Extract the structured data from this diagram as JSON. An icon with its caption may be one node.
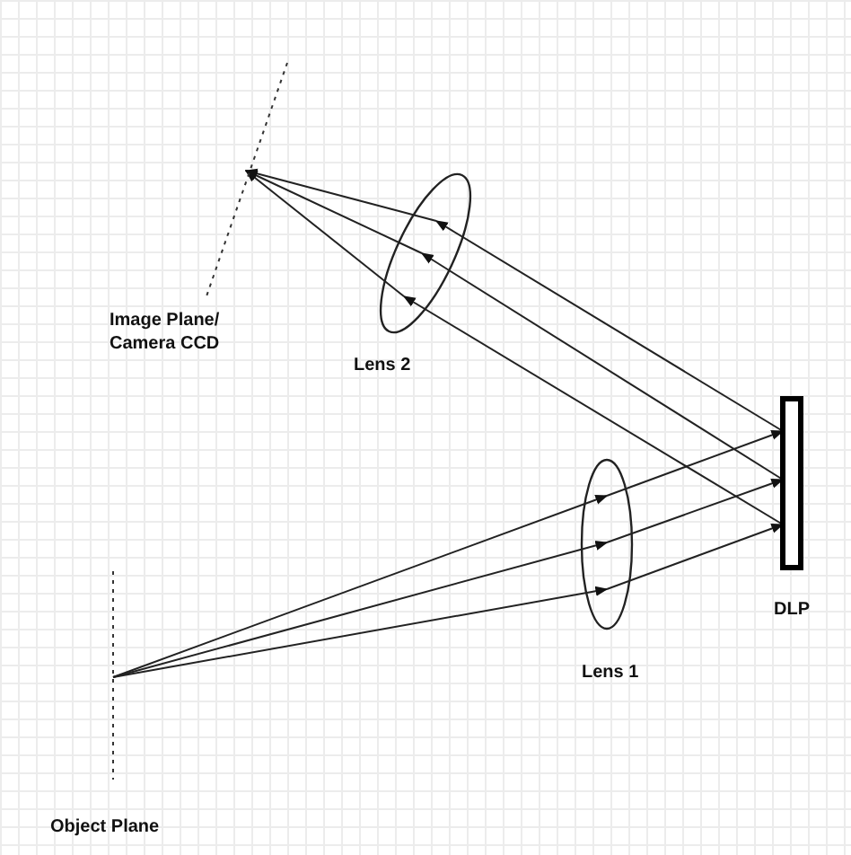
{
  "diagram": {
    "nodes": [
      {
        "text": [
          "Image Plane/ Camera CCD"
        ]
      },
      {
        "text": [
          "Lens 2"
        ]
      },
      {
        "text": [
          "DLP"
        ]
      },
      {
        "text": [
          "Lens 1"
        ]
      },
      {
        "text": [
          "Object Plane"
        ]
      }
    ],
    "edges": [
      {
        "from": 4,
        "to": 3,
        "arrow": "to"
      },
      {
        "from": 4,
        "to": 3,
        "arrow": "to"
      },
      {
        "from": 4,
        "to": 3,
        "arrow": "to"
      },
      {
        "from": 3,
        "to": 2,
        "arrow": "to"
      },
      {
        "from": 3,
        "to": 2,
        "arrow": "to"
      },
      {
        "from": 3,
        "to": 2,
        "arrow": "to"
      },
      {
        "from": 2,
        "to": 1,
        "arrow": "to"
      },
      {
        "from": 2,
        "to": 1,
        "arrow": "to"
      },
      {
        "from": 2,
        "to": 1,
        "arrow": "to"
      },
      {
        "from": 1,
        "to": 0,
        "arrow": "to"
      },
      {
        "from": 1,
        "to": 0,
        "arrow": "to"
      },
      {
        "from": 1,
        "to": 0,
        "arrow": "to"
      }
    ]
  }
}
